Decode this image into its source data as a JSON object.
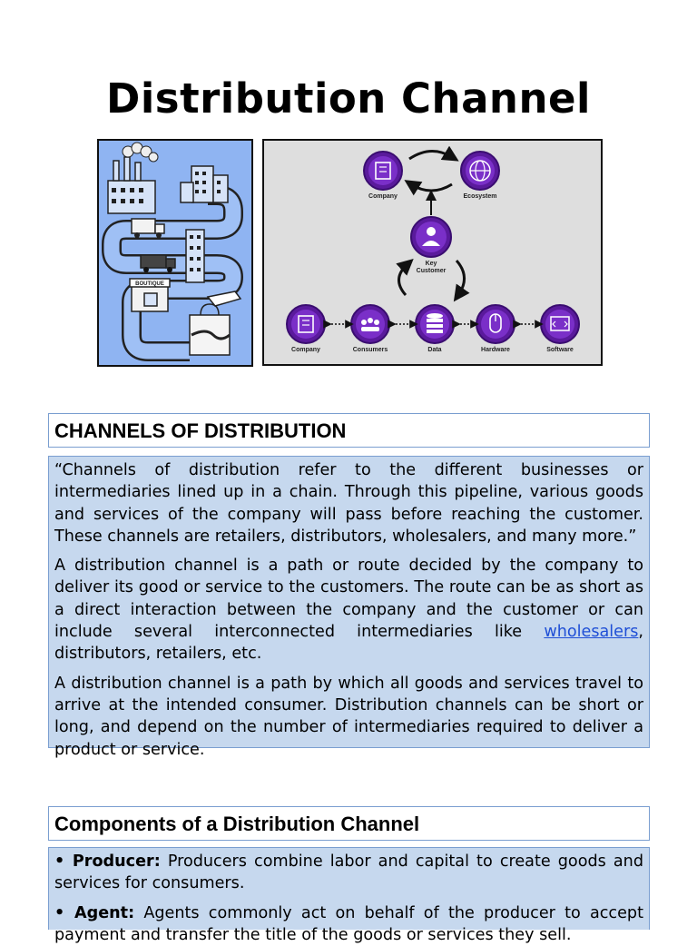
{
  "page": {
    "title": "Distribution Channel"
  },
  "diagram": {
    "top_left_label": "Company",
    "top_right_label": "Ecosystem",
    "middle_label_line1": "Key",
    "middle_label_line2": "Customer",
    "bottom_labels": [
      "Company",
      "Consumers",
      "Data",
      "Hardware",
      "Software"
    ],
    "boutique_sign": "BOUTIQUE"
  },
  "section1": {
    "heading": "CHANNELS OF DISTRIBUTION",
    "para1": "“Channels of distribution refer to the different businesses or intermediaries lined up in a chain. Through this pipeline, various goods and services of the company will pass before reaching the customer. These channels are retailers, distributors, wholesalers, and many more.”",
    "para2_before": "A distribution channel is a path or route decided by the company to deliver its good or service to the customers. The route can be as short as a direct interaction between the company and the customer or can include several interconnected intermediaries like ",
    "para2_link": "wholesalers",
    "para2_after": ", distributors, retailers, etc.",
    "para3": "A distribution channel is a path by which all goods and services travel to arrive at the intended consumer. Distribution channels can be short or long, and depend on the number of intermediaries required to deliver a product or service."
  },
  "section2": {
    "heading": "Components of a Distribution Channel",
    "item1_label": "• Producer:",
    "item1_text": " Producers combine labor and capital to create goods and services for consumers.",
    "item2_label": "• Agent:",
    "item2_text": " Agents commonly act on behalf of the producer to accept payment and transfer the title of the goods or services they sell."
  },
  "colors": {
    "content_bg": "#c6d8ee",
    "border": "#7a9ed0",
    "link": "#1f4fd6",
    "icon_circle": "#6a1fb0",
    "illustration_bg": "#8fb4f2"
  }
}
